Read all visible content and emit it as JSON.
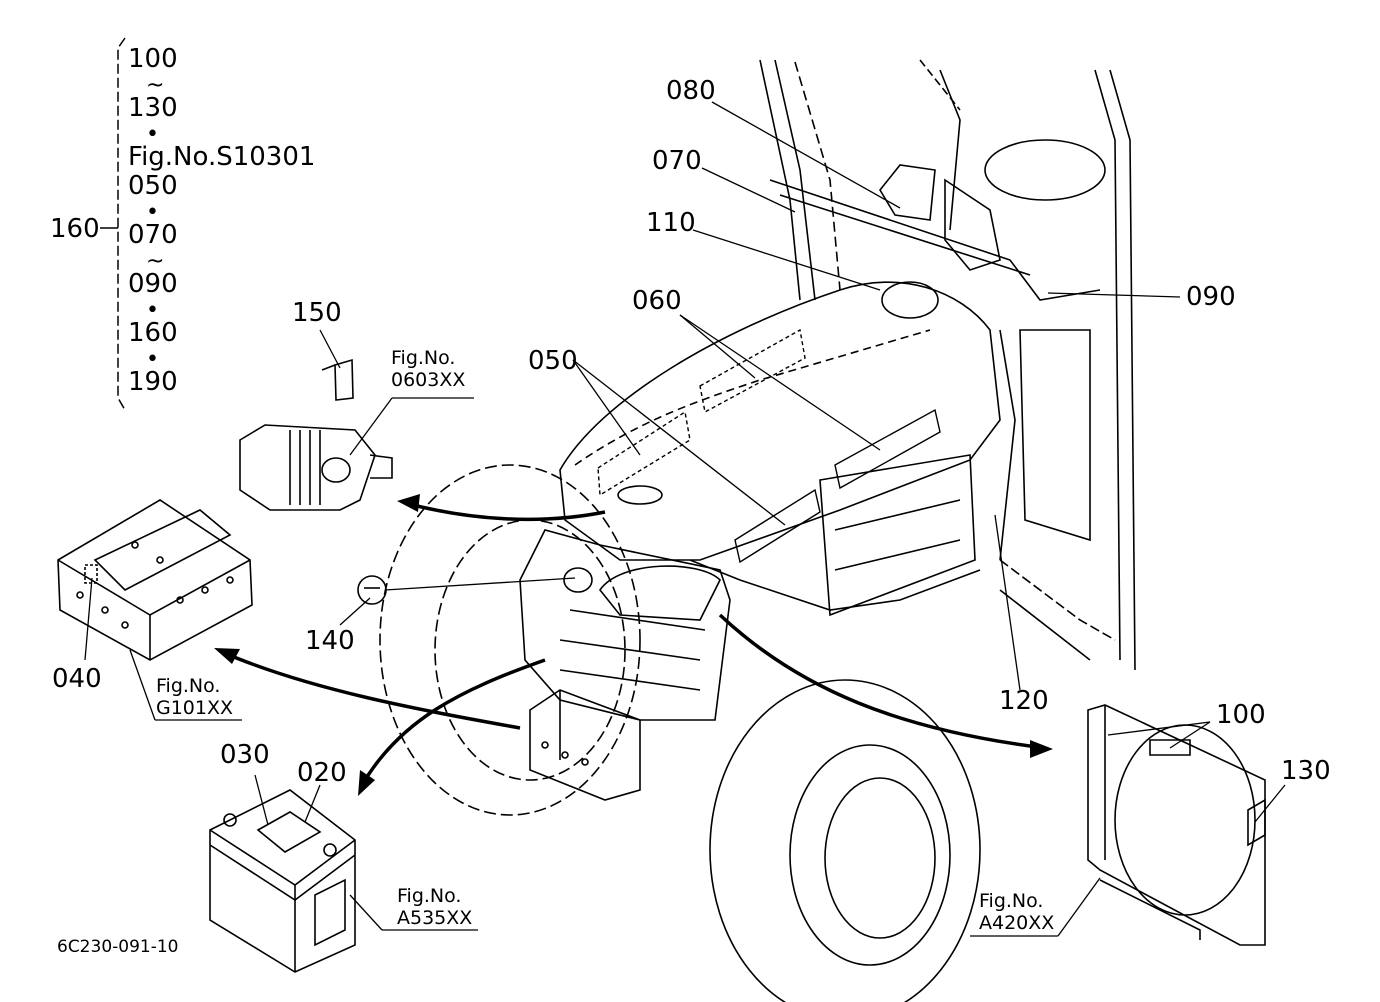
{
  "drawing_code": "6C230-091-10",
  "bracket_callout": {
    "ref": "160",
    "items": [
      "100",
      "~",
      "130",
      "•",
      "Fig.No.S10301",
      "050",
      "•",
      "070",
      "~",
      "090",
      "•",
      "160",
      "•",
      "190"
    ]
  },
  "callouts": {
    "c150": "150",
    "c140": "140",
    "c050": "050",
    "c060": "060",
    "c070": "070",
    "c080": "080",
    "c110": "110",
    "c090": "090",
    "c120": "120",
    "c040": "040",
    "c030": "030",
    "c020": "020",
    "c100": "100",
    "c130": "130"
  },
  "fig_refs": {
    "air_cleaner": {
      "label": "Fig.No.",
      "code": "0603XX"
    },
    "front_frame": {
      "label": "Fig.No.",
      "code": "G101XX"
    },
    "battery": {
      "label": "Fig.No.",
      "code": "A535XX"
    },
    "fan_shroud": {
      "label": "Fig.No.",
      "code": "A420XX"
    }
  }
}
